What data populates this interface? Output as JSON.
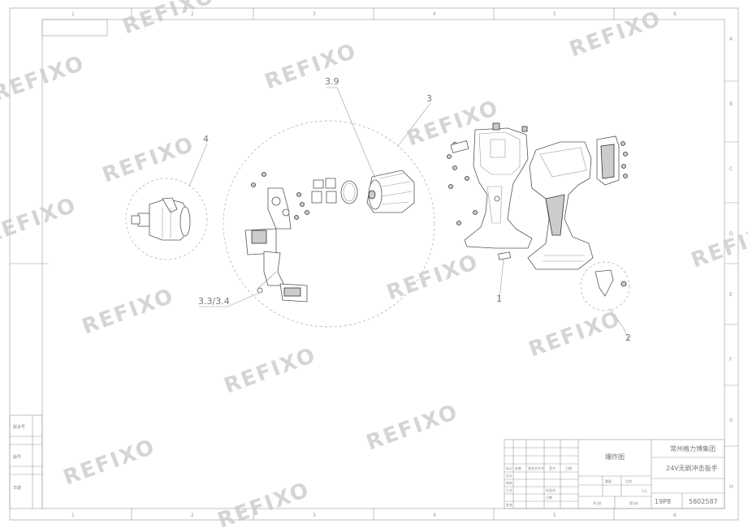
{
  "drawing": {
    "callouts": [
      {
        "id": "c4",
        "text": "4"
      },
      {
        "id": "c39",
        "text": "3.9"
      },
      {
        "id": "c3",
        "text": "3"
      },
      {
        "id": "c3334",
        "text": "3.3/3.4"
      },
      {
        "id": "c1",
        "text": "1"
      },
      {
        "id": "c2",
        "text": "2"
      }
    ],
    "watermark": "REFIXO",
    "zones_top": [
      "1",
      "2",
      "3",
      "4",
      "5",
      "6"
    ],
    "zones_right": [
      "A",
      "B",
      "C",
      "D",
      "E",
      "F",
      "G",
      "H"
    ],
    "left_strip": [
      "版本号",
      "版号",
      "日期"
    ]
  },
  "title_block": {
    "company": "常州格力博集团",
    "product": "24V无刷冲击扳手",
    "view_name": "爆炸图",
    "drawing_no": "5802587",
    "code_label": "19P8",
    "scale": "1:2",
    "sheet": "共1张",
    "sheet_of": "第1张",
    "weight_label": "重量",
    "ratio_label": "比例",
    "row_labels": [
      "标记",
      "处数",
      "更改文件号",
      "签字",
      "日期"
    ],
    "roles": [
      "设计",
      "审核",
      "工艺",
      "批准",
      "标准化",
      "日期"
    ]
  }
}
